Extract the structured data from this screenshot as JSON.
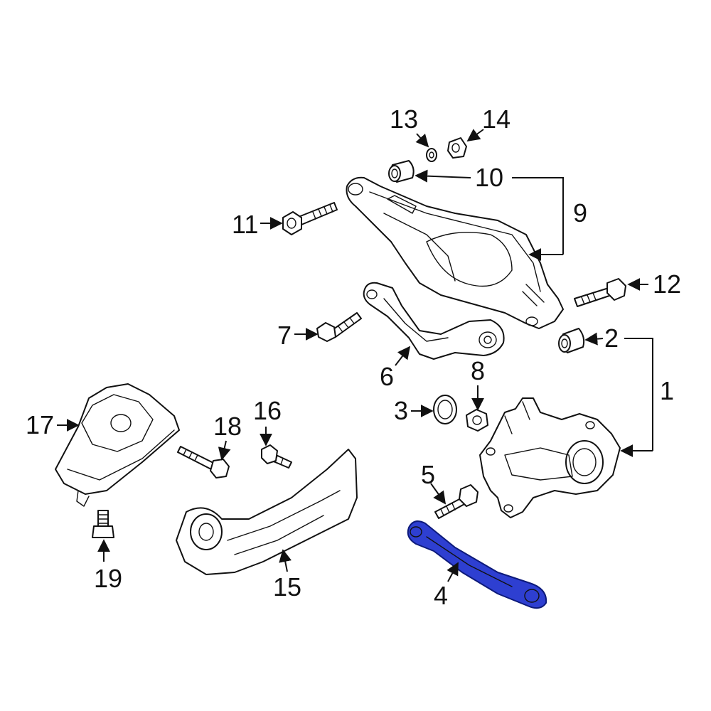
{
  "diagram": {
    "highlight_color": "#2e3fd1",
    "line_color": "#111111",
    "background": "#ffffff",
    "callouts": [
      {
        "id": "c1",
        "label": "1"
      },
      {
        "id": "c2",
        "label": "2"
      },
      {
        "id": "c3",
        "label": "3"
      },
      {
        "id": "c4",
        "label": "4"
      },
      {
        "id": "c5",
        "label": "5"
      },
      {
        "id": "c6",
        "label": "6"
      },
      {
        "id": "c7",
        "label": "7"
      },
      {
        "id": "c8",
        "label": "8"
      },
      {
        "id": "c9",
        "label": "9"
      },
      {
        "id": "c10",
        "label": "10"
      },
      {
        "id": "c11",
        "label": "11"
      },
      {
        "id": "c12",
        "label": "12"
      },
      {
        "id": "c13",
        "label": "13"
      },
      {
        "id": "c14",
        "label": "14"
      },
      {
        "id": "c15",
        "label": "15"
      },
      {
        "id": "c16",
        "label": "16"
      },
      {
        "id": "c17",
        "label": "17"
      },
      {
        "id": "c18",
        "label": "18"
      },
      {
        "id": "c19",
        "label": "19"
      }
    ],
    "highlighted_part": "4"
  }
}
